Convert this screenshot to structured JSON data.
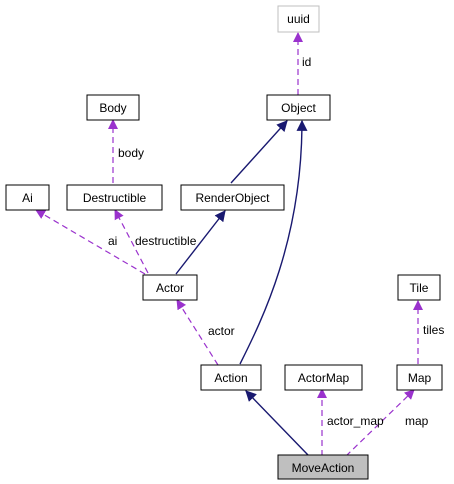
{
  "colors": {
    "inherit": "#191970",
    "usage": "#9a32cd",
    "node_fill": "#ffffff",
    "focus_fill": "#bfbfbf",
    "external_border": "#bfbfbf"
  },
  "nodes": {
    "uuid": "uuid",
    "object": "Object",
    "body": "Body",
    "ai": "Ai",
    "destructible": "Destructible",
    "render_object": "RenderObject",
    "actor": "Actor",
    "tile": "Tile",
    "action": "Action",
    "actor_map": "ActorMap",
    "map": "Map",
    "move_action": "MoveAction"
  },
  "edge_labels": {
    "id": "id",
    "body": "body",
    "ai": "ai",
    "destructible": "destructible",
    "actor": "actor",
    "tiles": "tiles",
    "actor_map": "actor_map",
    "map": "map"
  }
}
